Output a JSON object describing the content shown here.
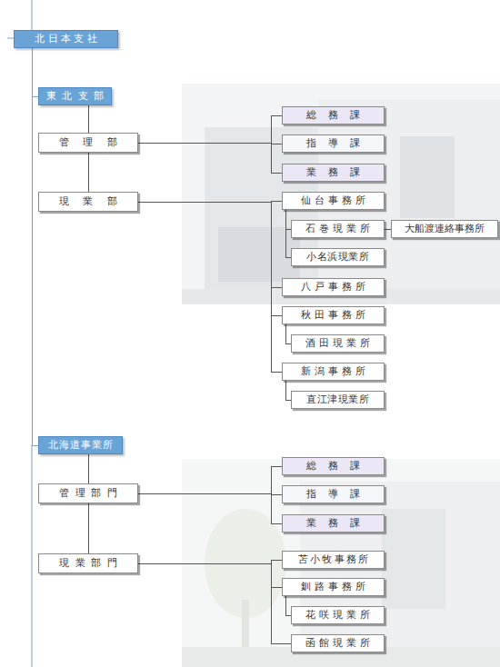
{
  "diagram": {
    "nodes": [
      {
        "text": [
          "北日本支社"
        ]
      },
      {
        "text": [
          "東北支部"
        ]
      },
      {
        "text": [
          "管理部"
        ]
      },
      {
        "text": [
          "現業部"
        ]
      },
      {
        "text": [
          "総務課"
        ]
      },
      {
        "text": [
          "指導課"
        ]
      },
      {
        "text": [
          "業務課"
        ]
      },
      {
        "text": [
          "仙台事務所"
        ]
      },
      {
        "text": [
          "石巻現業所"
        ]
      },
      {
        "text": [
          "大船渡連絡事務所"
        ]
      },
      {
        "text": [
          "小名浜現業所"
        ]
      },
      {
        "text": [
          "八戸事務所"
        ]
      },
      {
        "text": [
          "秋田事務所"
        ]
      },
      {
        "text": [
          "酒田現業所"
        ]
      },
      {
        "text": [
          "新潟事務所"
        ]
      },
      {
        "text": [
          "直江津現業所"
        ]
      },
      {
        "text": [
          "北海道事業所"
        ]
      },
      {
        "text": [
          "管理部門"
        ]
      },
      {
        "text": [
          "現業部門"
        ]
      },
      {
        "text": [
          "総務課"
        ]
      },
      {
        "text": [
          "指導課"
        ]
      },
      {
        "text": [
          "業務課"
        ]
      },
      {
        "text": [
          "苫小牧事務所"
        ]
      },
      {
        "text": [
          "釧路事務所"
        ]
      },
      {
        "text": [
          "花咲現業所"
        ]
      },
      {
        "text": [
          "函館現業所"
        ]
      }
    ],
    "edges": [
      {
        "from": 0,
        "to": 1,
        "arrow": "none"
      },
      {
        "from": 0,
        "to": 16,
        "arrow": "none"
      },
      {
        "from": 1,
        "to": 2,
        "arrow": "none"
      },
      {
        "from": 2,
        "to": 3,
        "arrow": "none"
      },
      {
        "from": 2,
        "to": 4,
        "arrow": "none"
      },
      {
        "from": 2,
        "to": 5,
        "arrow": "none"
      },
      {
        "from": 2,
        "to": 6,
        "arrow": "none"
      },
      {
        "from": 3,
        "to": 7,
        "arrow": "none"
      },
      {
        "from": 3,
        "to": 11,
        "arrow": "none"
      },
      {
        "from": 3,
        "to": 12,
        "arrow": "none"
      },
      {
        "from": 3,
        "to": 14,
        "arrow": "none"
      },
      {
        "from": 7,
        "to": 8,
        "arrow": "none"
      },
      {
        "from": 7,
        "to": 10,
        "arrow": "none"
      },
      {
        "from": 8,
        "to": 9,
        "arrow": "none"
      },
      {
        "from": 12,
        "to": 13,
        "arrow": "none"
      },
      {
        "from": 14,
        "to": 15,
        "arrow": "none"
      },
      {
        "from": 16,
        "to": 17,
        "arrow": "none"
      },
      {
        "from": 17,
        "to": 18,
        "arrow": "none"
      },
      {
        "from": 17,
        "to": 19,
        "arrow": "none"
      },
      {
        "from": 17,
        "to": 20,
        "arrow": "none"
      },
      {
        "from": 17,
        "to": 21,
        "arrow": "none"
      },
      {
        "from": 18,
        "to": 22,
        "arrow": "none"
      },
      {
        "from": 18,
        "to": 23,
        "arrow": "none"
      },
      {
        "from": 18,
        "to": 25,
        "arrow": "none"
      },
      {
        "from": 23,
        "to": 24,
        "arrow": "none"
      }
    ]
  }
}
